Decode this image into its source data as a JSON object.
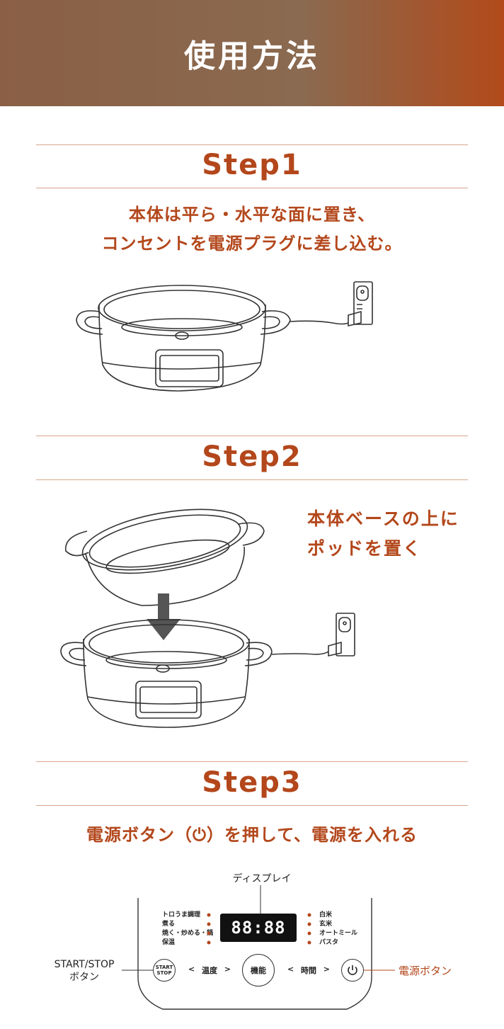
{
  "header": {
    "title": "使用方法"
  },
  "step1": {
    "title": "Step1",
    "line1": "本体は平ら・水平な面に置き、",
    "line2": "コンセントを電源プラグに差し込む。"
  },
  "step2": {
    "title": "Step2",
    "line1": "本体ベースの上に",
    "line2": "ポッドを置く"
  },
  "step3": {
    "title": "Step3",
    "instruction": "電源ボタン（⏻）を押して、電源を入れる"
  },
  "panel": {
    "display_label": "ディスプレイ",
    "display_digits": "88:88",
    "left_modes": [
      "トロうま調理",
      "煮る",
      "焼く・炒める・鍋",
      "保温"
    ],
    "right_modes": [
      "白米",
      "玄米",
      "オートミール",
      "パスタ"
    ],
    "start_label": "START",
    "stop_label": "STOP",
    "temp_label": "温度",
    "func_label": "機能",
    "time_label": "時間",
    "start_stop_callout_1": "START/STOP",
    "start_stop_callout_2": "ボタン",
    "power_callout": "電源ボタン",
    "chevron_left": "<",
    "chevron_right": ">"
  },
  "colors": {
    "accent": "#b3471b",
    "banner_start": "#8a5f45",
    "banner_end": "#b24a1a",
    "rule": "#d9a58a"
  }
}
